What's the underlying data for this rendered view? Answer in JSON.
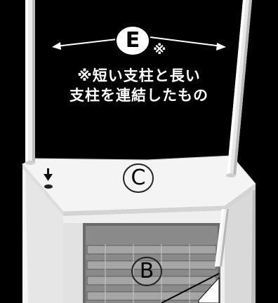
{
  "labels": {
    "e": "E",
    "c": "C",
    "b": "B",
    "mark": "※",
    "note_line1": "※短い支柱と長い",
    "note_line2": "支柱を連結したもの"
  }
}
